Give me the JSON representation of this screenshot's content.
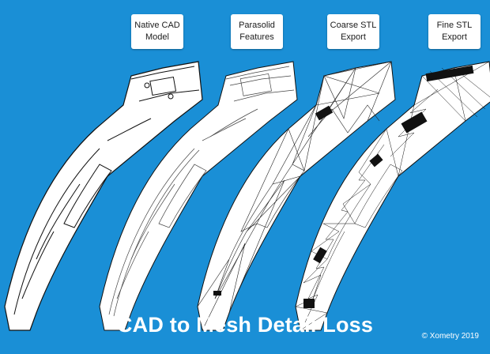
{
  "labels": [
    {
      "line1": "Native CAD",
      "line2": "Model"
    },
    {
      "line1": "Parasolid",
      "line2": "Features"
    },
    {
      "line1": "Coarse STL",
      "line2": "Export"
    },
    {
      "line1": "Fine STL",
      "line2": "Export"
    }
  ],
  "title": "CAD to Mesh Detail Loss",
  "copyright": "© Xometry 2019",
  "colors": {
    "background": "#1a8fd6",
    "part_fill": "#ffffff",
    "mesh": "#111111"
  }
}
